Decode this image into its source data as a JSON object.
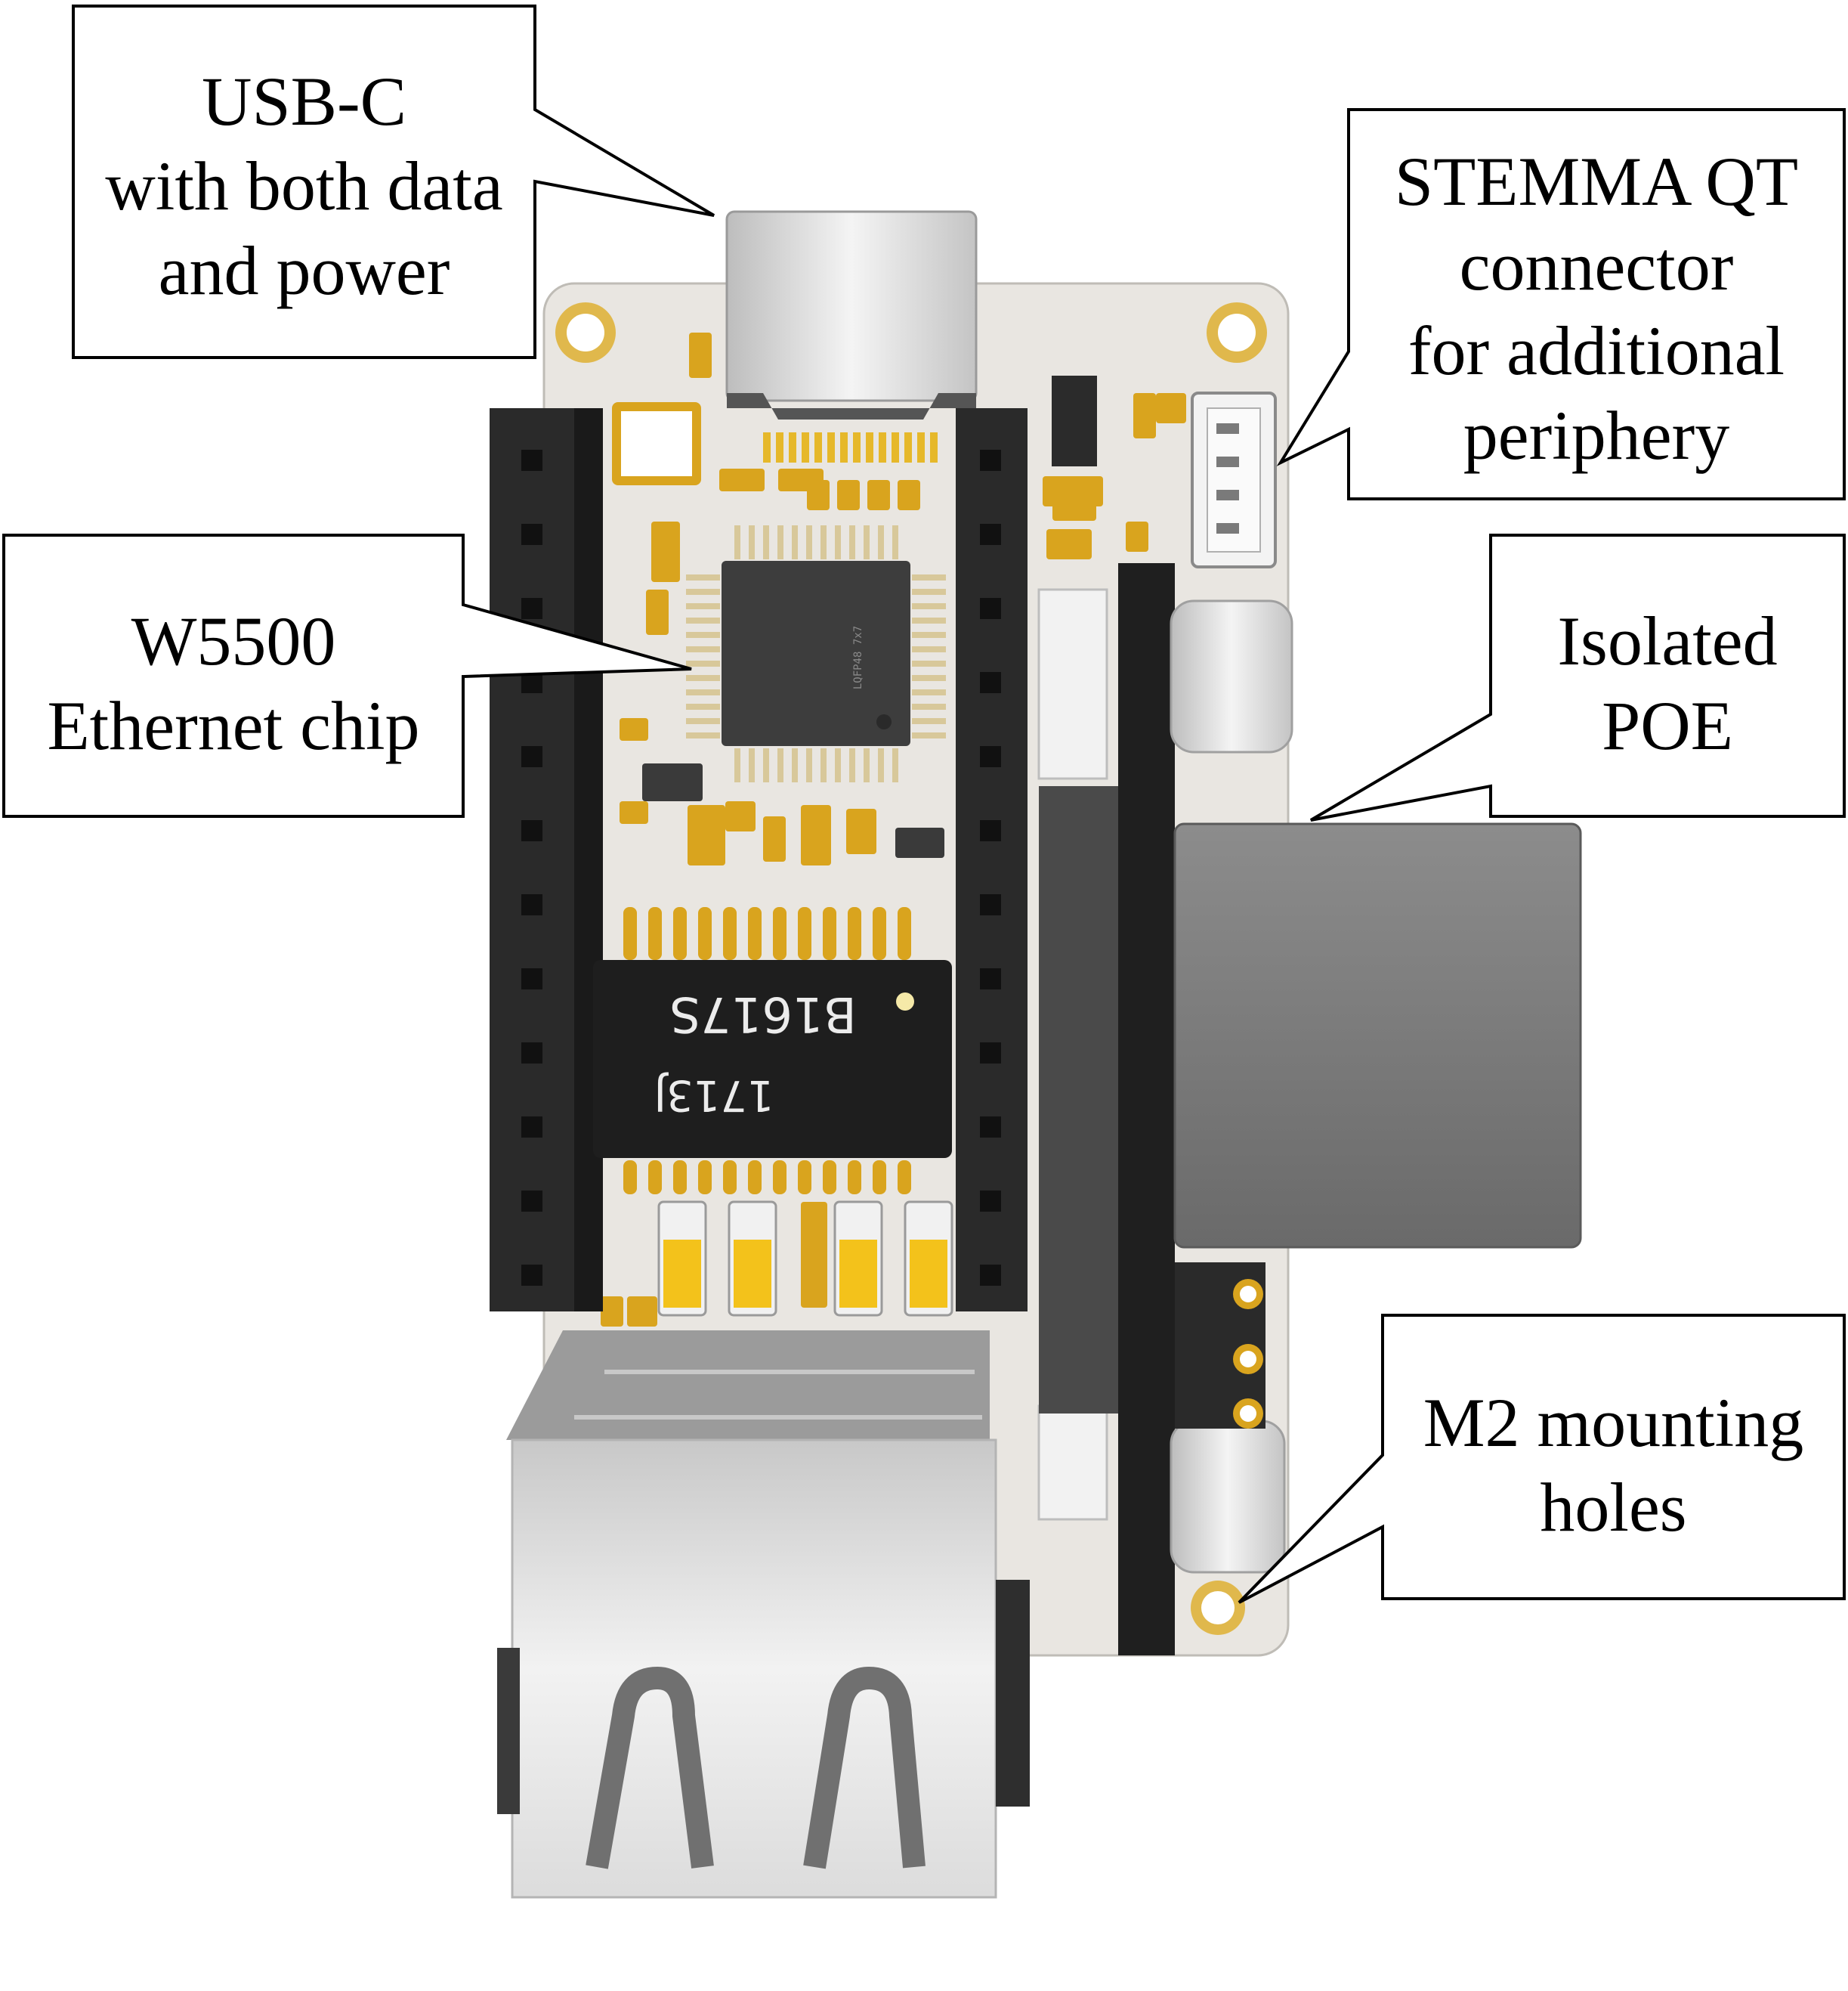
{
  "figure": {
    "callouts": [
      {
        "id": "usb-c",
        "lines": [
          "USB-C",
          "with both data",
          "and power"
        ]
      },
      {
        "id": "stemma-qt",
        "lines": [
          "STEMMA QT",
          "connector",
          "for additional",
          "periphery"
        ]
      },
      {
        "id": "w5500",
        "lines": [
          "W5500",
          "Ethernet chip"
        ]
      },
      {
        "id": "isolated-poe",
        "lines": [
          "Isolated",
          "POE"
        ]
      },
      {
        "id": "m2-holes",
        "lines": [
          "M2 mounting",
          "holes"
        ]
      }
    ],
    "board_markings": {
      "transformer_line1": "B1617S",
      "transformer_line2": "1713J",
      "chip_marking": "LQFP48 7x7"
    },
    "colors": {
      "pcb": "#e9e6e1",
      "header": "#262626",
      "chip": "#3d3d3d",
      "gold": "#d9a41e",
      "metal": "#d4d4d4",
      "poe_module": "#1f1f1f",
      "poe_housing": "#4a4a4a"
    }
  }
}
